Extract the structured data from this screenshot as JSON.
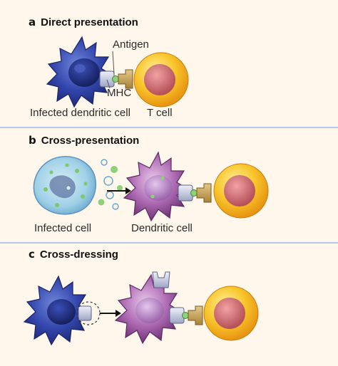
{
  "panels": {
    "a": {
      "letter": "a",
      "title": "Direct presentation",
      "labels": {
        "antigen": "Antigen",
        "mhc": "MHC",
        "infected_dendritic_cell": "Infected dendritic cell",
        "t_cell": "T cell"
      }
    },
    "b": {
      "letter": "b",
      "title": "Cross-presentation",
      "labels": {
        "infected_cell": "Infected cell",
        "dendritic_cell": "Dendritic cell"
      }
    },
    "c": {
      "letter": "c",
      "title": "Cross-dressing"
    }
  },
  "colors": {
    "background": "#fff7ec",
    "divider": "#b3c8e6",
    "dendritic_blue": "#3044a8",
    "dendritic_purple": "#a25aa6",
    "t_cell_yellow": "#f6c02a",
    "t_cell_nucleus": "#d46a6a",
    "receptor_tan": "#c9a45a",
    "mhc_gray": "#c8cde0",
    "antigen_green": "#8fd07a",
    "infected_cell_blue": "#a6d4e8"
  },
  "icons": [
    "dendritic-cell-icon",
    "t-cell-icon",
    "infected-cell-icon",
    "arrow-icon"
  ]
}
